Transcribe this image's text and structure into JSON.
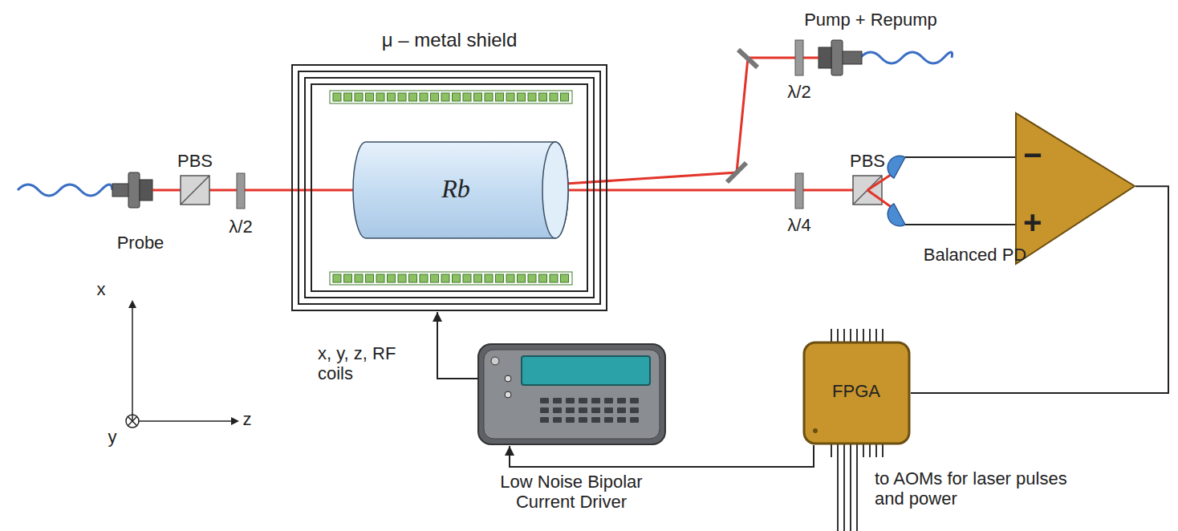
{
  "diagram": {
    "nodes": [
      {
        "text": [
          "μ – metal shield"
        ]
      },
      {
        "text": [
          "Rb"
        ],
        "in": 0
      },
      {
        "text": [
          "−",
          "+"
        ]
      },
      {
        "text": [
          "FPGA"
        ]
      },
      {
        "text": [
          "Low Noise Bipolar Current Driver"
        ]
      }
    ],
    "edges": [
      {
        "from": 2,
        "to": 3,
        "arrow": "none"
      },
      {
        "from": 3,
        "to": 4,
        "arrow": "to"
      },
      {
        "from": 4,
        "to": 0,
        "arrow": "to"
      }
    ],
    "labels": [
      "Pump + Repump",
      "Probe",
      "PBS",
      "λ/2",
      "λ/2",
      "λ/4",
      "PBS",
      "Balanced PD",
      "x, y, z, RF coils",
      "x",
      "y",
      "z",
      "to AOMs for laser pulses and power"
    ]
  }
}
